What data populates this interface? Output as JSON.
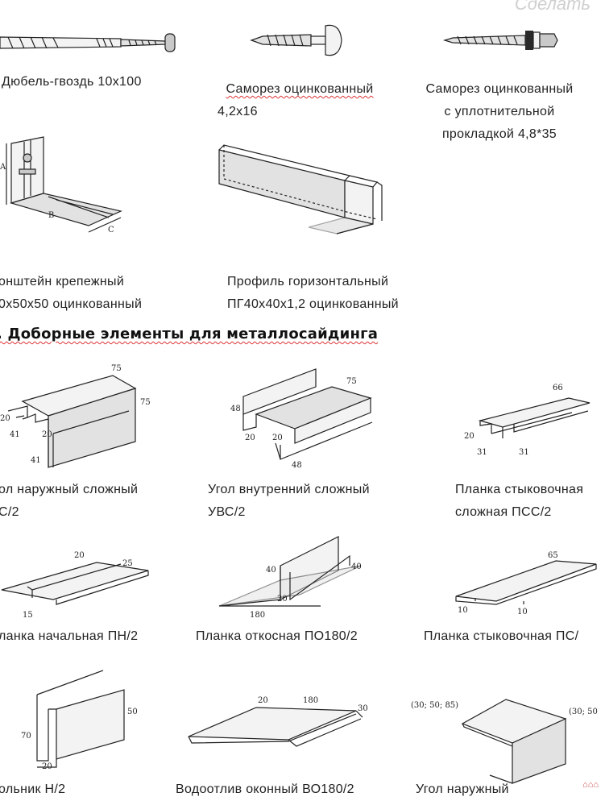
{
  "watermark": "Сделать",
  "fasteners": {
    "dowel": "Дюбель-гвоздь 10х100",
    "screw1": [
      "Саморез оцинкованный",
      "4,2х16"
    ],
    "screw2": [
      "Саморез оцинкованный",
      "с уплотнительной",
      "прокладкой 4,8*35"
    ]
  },
  "profiles": {
    "bracket": [
      "онштейн крепежный",
      "0х50х50 оцинкованный"
    ],
    "horizontal": [
      "Профиль горизонтальный",
      "ПГ40х40х1,2 оцинкованный"
    ]
  },
  "section_heading": ". Доборные элементы для металлосайдинга",
  "elements_row1": [
    {
      "label": [
        "ол наружный сложный",
        "С/2"
      ],
      "dims": [
        "75",
        "75",
        "20",
        "41",
        "20",
        "41"
      ]
    },
    {
      "label": [
        "Угол внутренний сложный",
        "УВС/2"
      ],
      "dims": [
        "48",
        "75",
        "20",
        "20",
        "48"
      ]
    },
    {
      "label": [
        "Планка стыковочная",
        "сложная ПСС/2"
      ],
      "dims": [
        "66",
        "20",
        "31",
        "31"
      ]
    }
  ],
  "elements_row2": [
    {
      "label": "ланка начальная ПН/2",
      "dims": [
        "20",
        "25",
        "15"
      ]
    },
    {
      "label": "Планка откосная  ПО180/2",
      "dims": [
        "40",
        "40",
        "20",
        "180"
      ]
    },
    {
      "label": "Планка стыковочная ПС/",
      "dims": [
        "65",
        "10",
        "10"
      ]
    }
  ],
  "elements_row3": [
    {
      "label": "ольник Н/2",
      "dims": [
        "50",
        "70",
        "20"
      ]
    },
    {
      "label": "Водоотлив оконный ВО180/2",
      "dims": [
        "20",
        "180",
        "30"
      ]
    },
    {
      "label": "Угол наружный",
      "dims": [
        "(30; 50; 85)",
        "(30; 50"
      ]
    }
  ]
}
